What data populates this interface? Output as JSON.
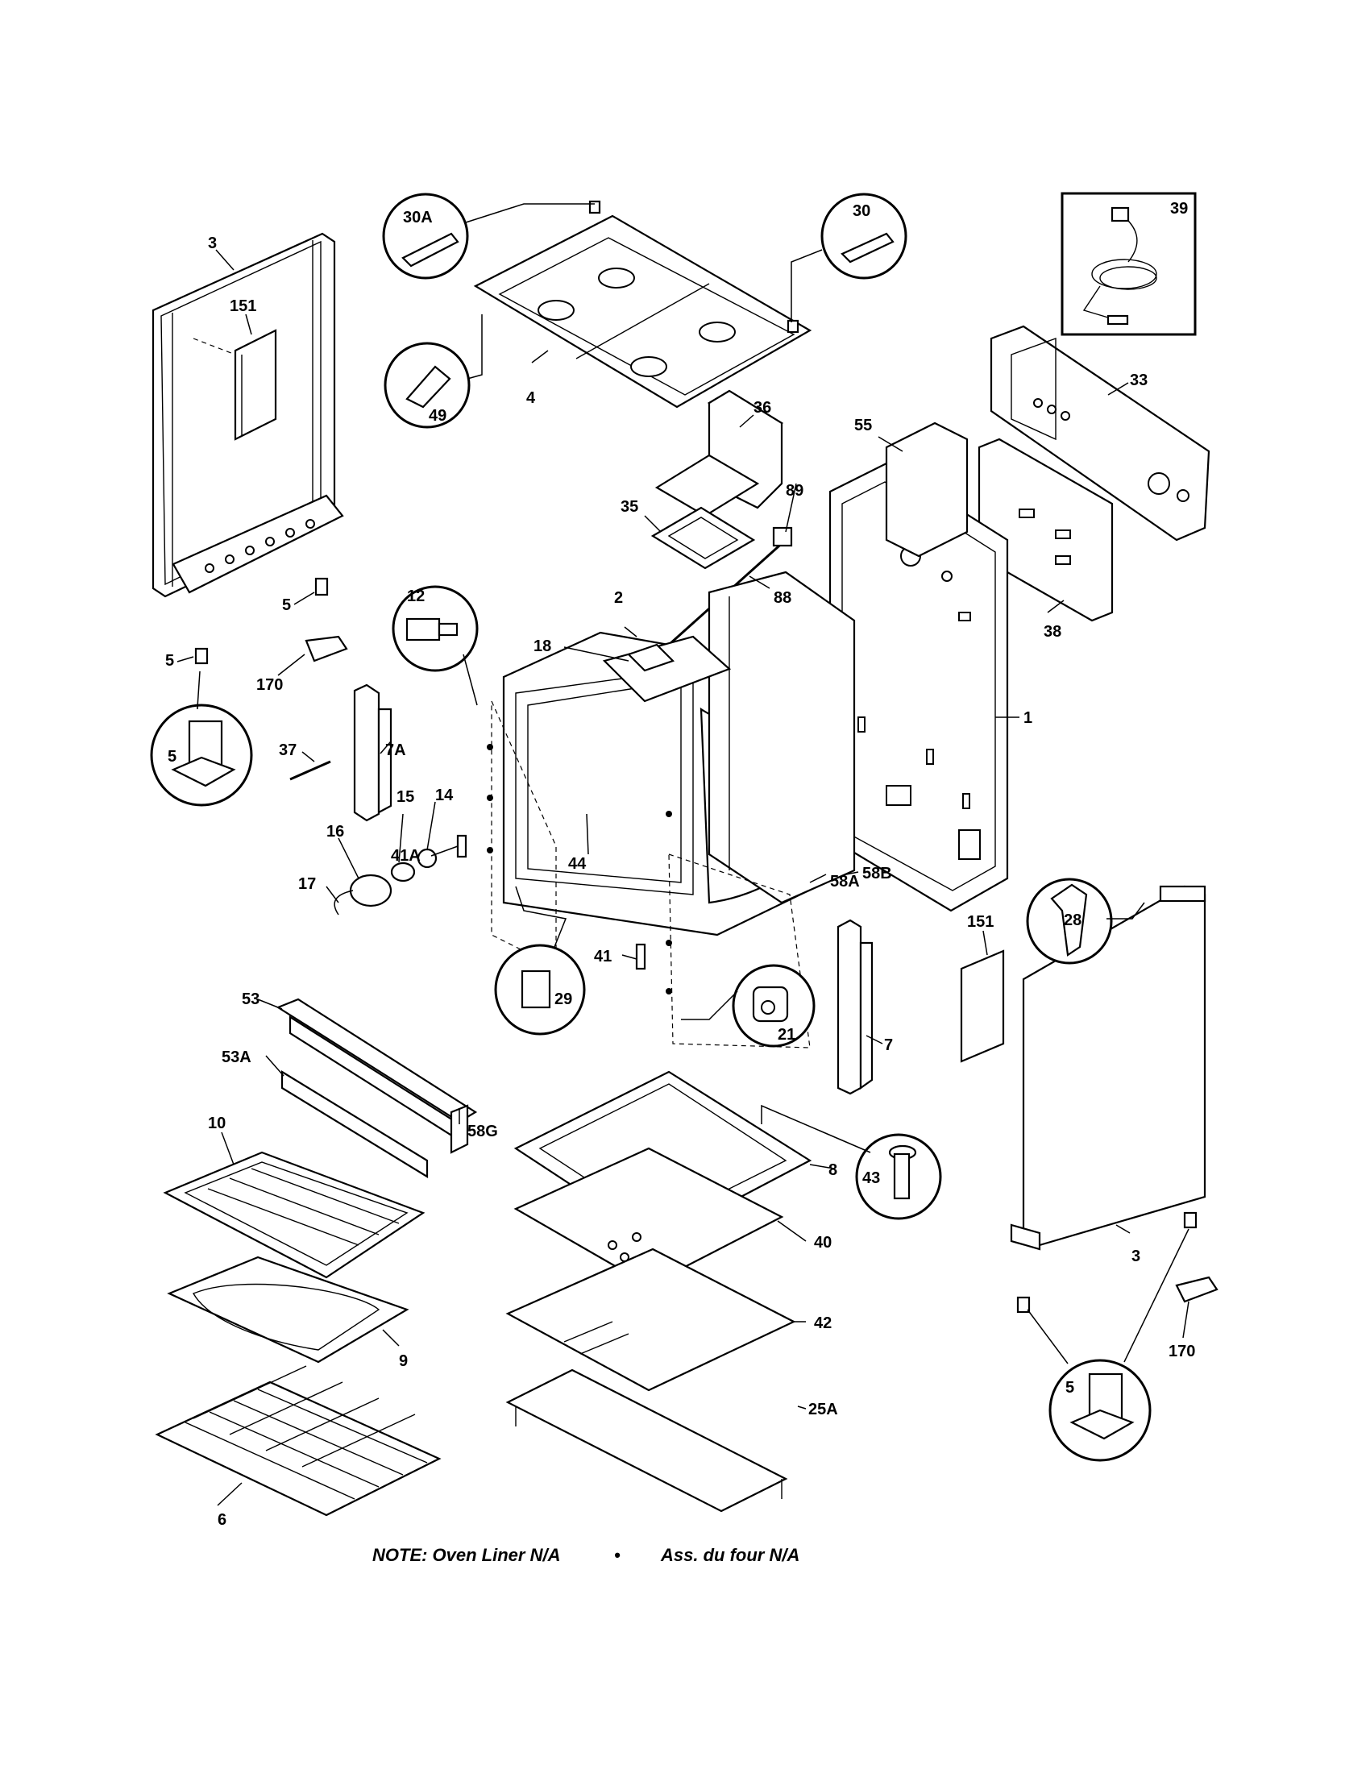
{
  "labels": {
    "l_30A": "30A",
    "l_30": "30",
    "l_39": "39",
    "l_3_left": "3",
    "l_151_left": "151",
    "l_49": "49",
    "l_4": "4",
    "l_33": "33",
    "l_36": "36",
    "l_55": "55",
    "l_89": "89",
    "l_35": "35",
    "l_88": "88",
    "l_38": "38",
    "l_5_a": "5",
    "l_5_b": "5",
    "l_5_c": "5",
    "l_170_left": "170",
    "l_12": "12",
    "l_2": "2",
    "l_18": "18",
    "l_1": "1",
    "l_37": "37",
    "l_7A": "7A",
    "l_15": "15",
    "l_14": "14",
    "l_16": "16",
    "l_17": "17",
    "l_44": "44",
    "l_41A": "41A",
    "l_58A": "58A",
    "l_58B": "58B",
    "l_28": "28",
    "l_151_right": "151",
    "l_41": "41",
    "l_29": "29",
    "l_21": "21",
    "l_7": "7",
    "l_53": "53",
    "l_53A": "53A",
    "l_58G": "58G",
    "l_10": "10",
    "l_8": "8",
    "l_43": "43",
    "l_40": "40",
    "l_3_right": "3",
    "l_9": "9",
    "l_42": "42",
    "l_170_right": "170",
    "l_25A": "25A",
    "l_5_d": "5",
    "l_6": "6"
  },
  "note": {
    "left": "NOTE: Oven Liner N/A",
    "bullet": "•",
    "right": "Ass. du four N/A"
  }
}
